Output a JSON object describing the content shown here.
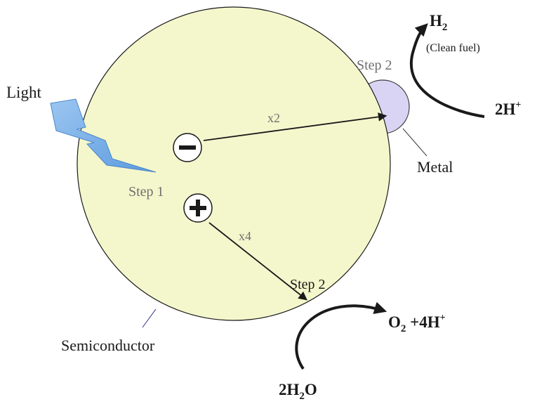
{
  "labels": {
    "light": "Light",
    "step1": "Step 1",
    "step2_top": "Step 2",
    "step2_bottom": "Step 2",
    "electron_multiplier": "x2",
    "hole_multiplier": "x4",
    "metal": "Metal",
    "semiconductor": "Semiconductor"
  },
  "products": {
    "h2": "H",
    "h2_sub": "2",
    "clean_fuel": "(Clean fuel)",
    "protons": "2H",
    "protons_sup": "+",
    "o2": "O",
    "o2_sub": "2",
    "o2_rest": " +4H",
    "o2_sup": "+",
    "water_pre": "2H",
    "water_sub": "2",
    "water_post": "O"
  },
  "charges": {
    "electron": "−",
    "hole": "+"
  },
  "colors": {
    "semiconductor_fill": "#f4f7cc",
    "metal_fill": "#d9d4f4",
    "lightning_fill": "#7cb3ea",
    "arrow": "#1a1a1a",
    "gray_text": "#6f6f6f",
    "leader_line": "#2a2a8a"
  }
}
